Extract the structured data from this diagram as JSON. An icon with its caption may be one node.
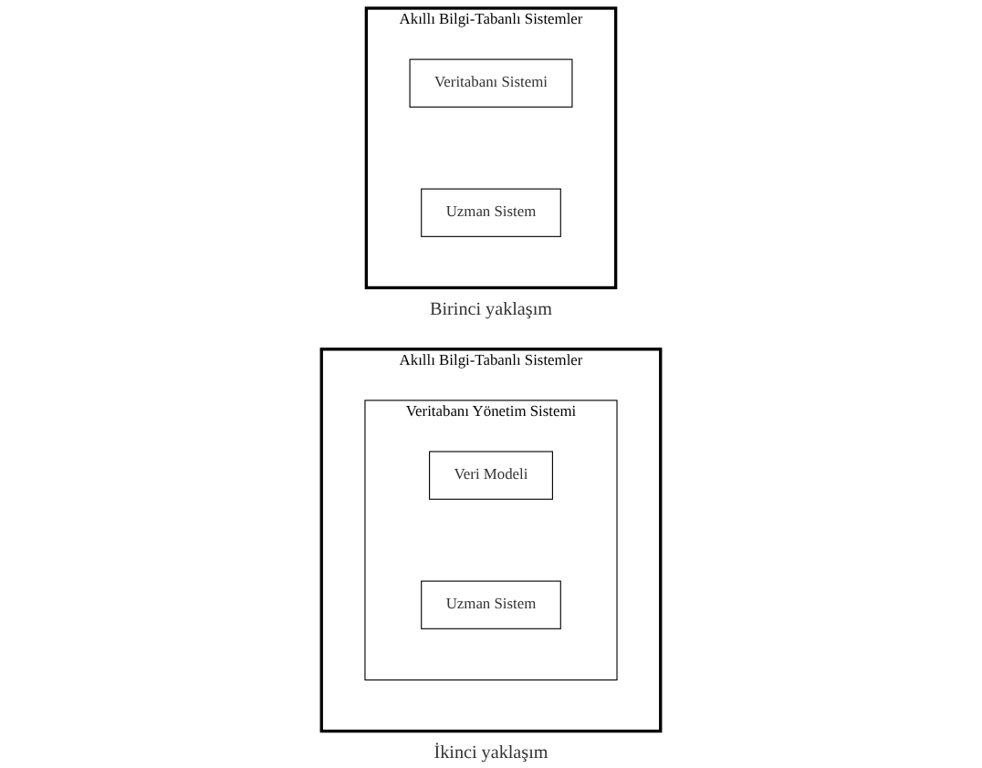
{
  "diagram": {
    "nodes": [
      {
        "text": [
          "Akıllı Bilgi-Tabanlı Sistemler"
        ]
      },
      {
        "text": [
          "Veritabanı Sistemi"
        ],
        "in": 0
      },
      {
        "text": [
          "Uzman Sistem"
        ],
        "in": 0
      },
      {
        "text": [
          "Akıllı Bilgi-Tabanlı Sistemler"
        ]
      },
      {
        "text": [
          "Veritabanı Yönetim Sistemi"
        ],
        "in": 3
      },
      {
        "text": [
          "Veri Modeli"
        ],
        "in": 4
      },
      {
        "text": [
          "Uzman Sistem"
        ],
        "in": 4
      }
    ],
    "edges": [],
    "labels": [
      "Birinci yaklaşım",
      "İkinci yaklaşım"
    ]
  }
}
